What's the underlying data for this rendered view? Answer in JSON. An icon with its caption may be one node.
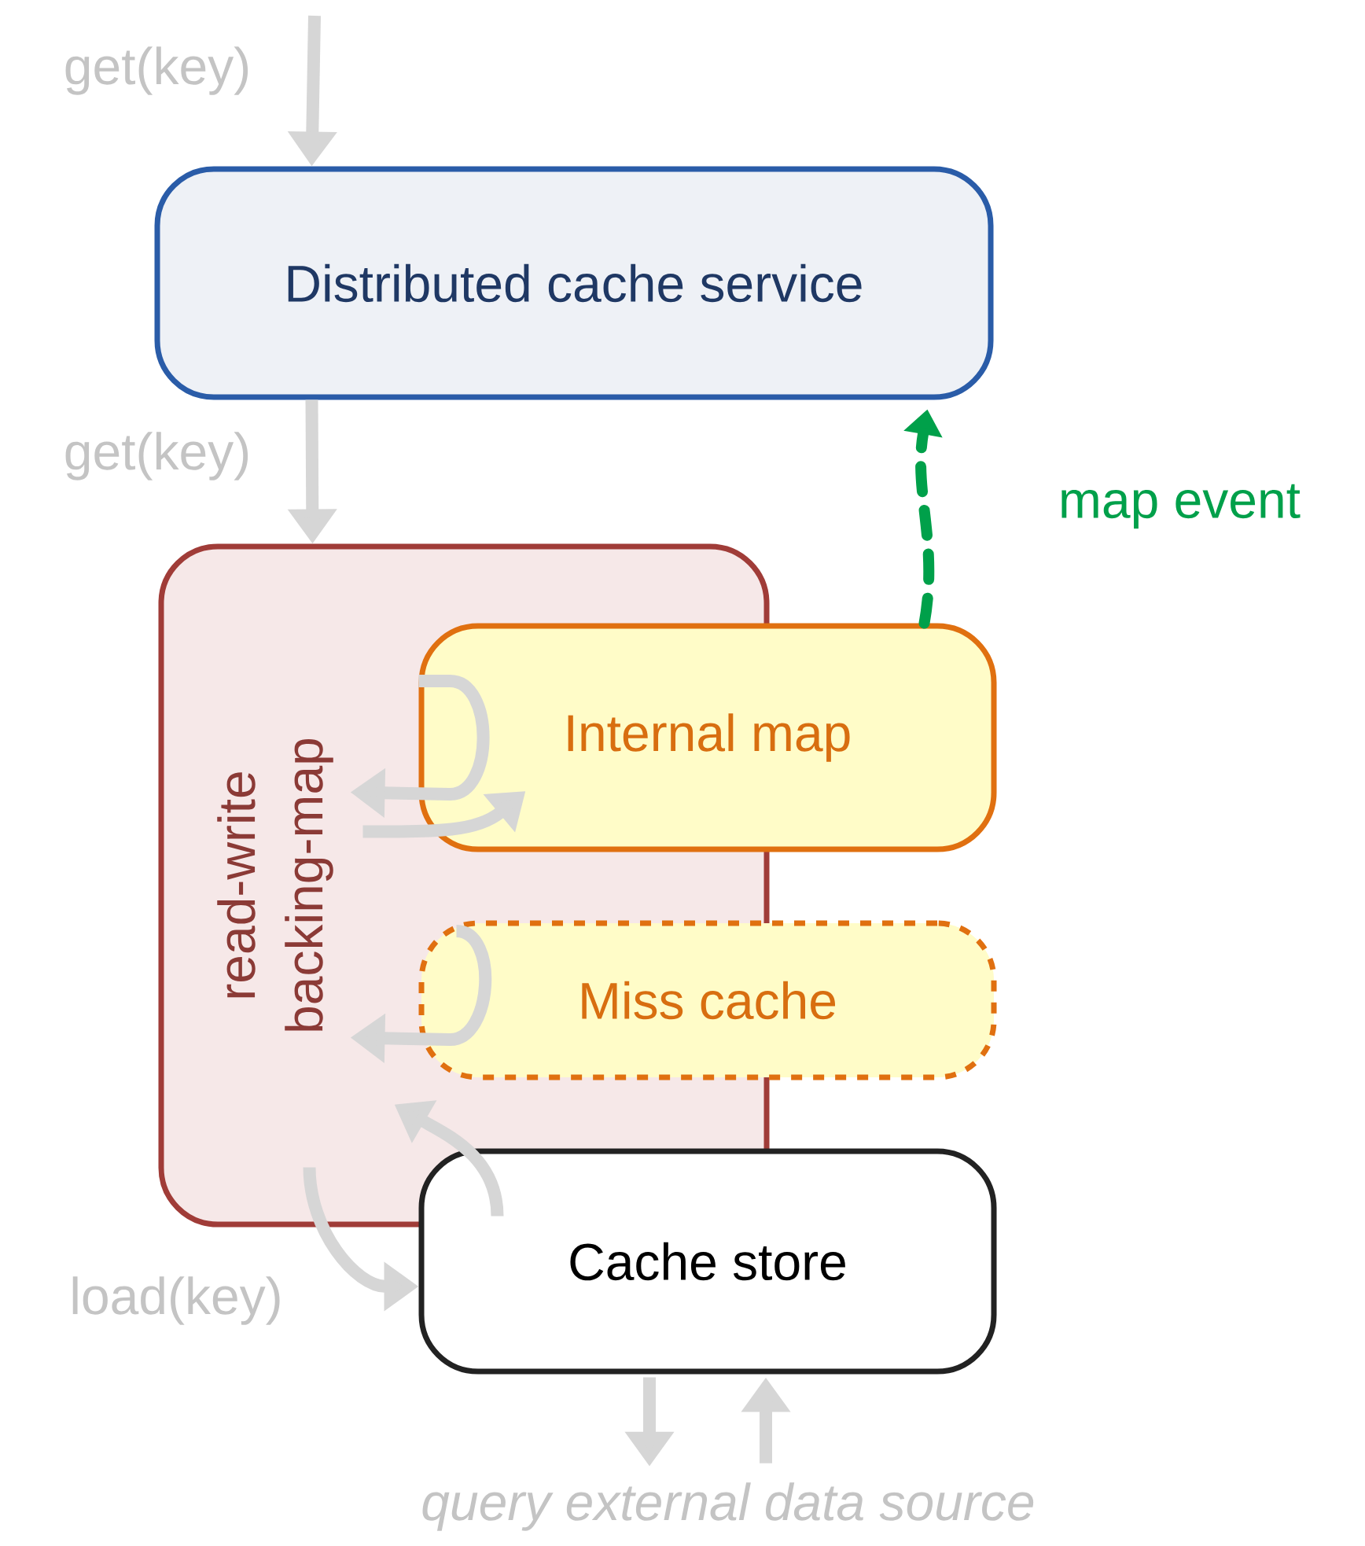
{
  "diagram": {
    "nodes": [
      {
        "text": [
          "Distributed cache service"
        ]
      },
      {
        "text": [
          "read-write backing-map"
        ]
      },
      {
        "text": [
          "Internal map"
        ]
      },
      {
        "text": [
          "Miss cache"
        ]
      },
      {
        "text": [
          "Cache store"
        ]
      },
      {
        "text": [
          "query external data source"
        ]
      }
    ],
    "edges": [
      {
        "from": null,
        "to": 0,
        "arrow": "to",
        "label": "get(key)"
      },
      {
        "from": 0,
        "to": 1,
        "arrow": "to",
        "label": "get(key)"
      },
      {
        "from": 2,
        "to": 0,
        "arrow": "to",
        "label": "map event",
        "style": "dashed",
        "color": "#00a04a"
      },
      {
        "from": 2,
        "to": 1,
        "arrow": "to"
      },
      {
        "from": 1,
        "to": 2,
        "arrow": "to"
      },
      {
        "from": 3,
        "to": 1,
        "arrow": "to"
      },
      {
        "from": 4,
        "to": 1,
        "arrow": "to"
      },
      {
        "from": 1,
        "to": 4,
        "arrow": "to",
        "label": "load(key)"
      },
      {
        "from": 4,
        "to": 5,
        "arrow": "to"
      },
      {
        "from": 5,
        "to": 4,
        "arrow": "to"
      }
    ]
  }
}
